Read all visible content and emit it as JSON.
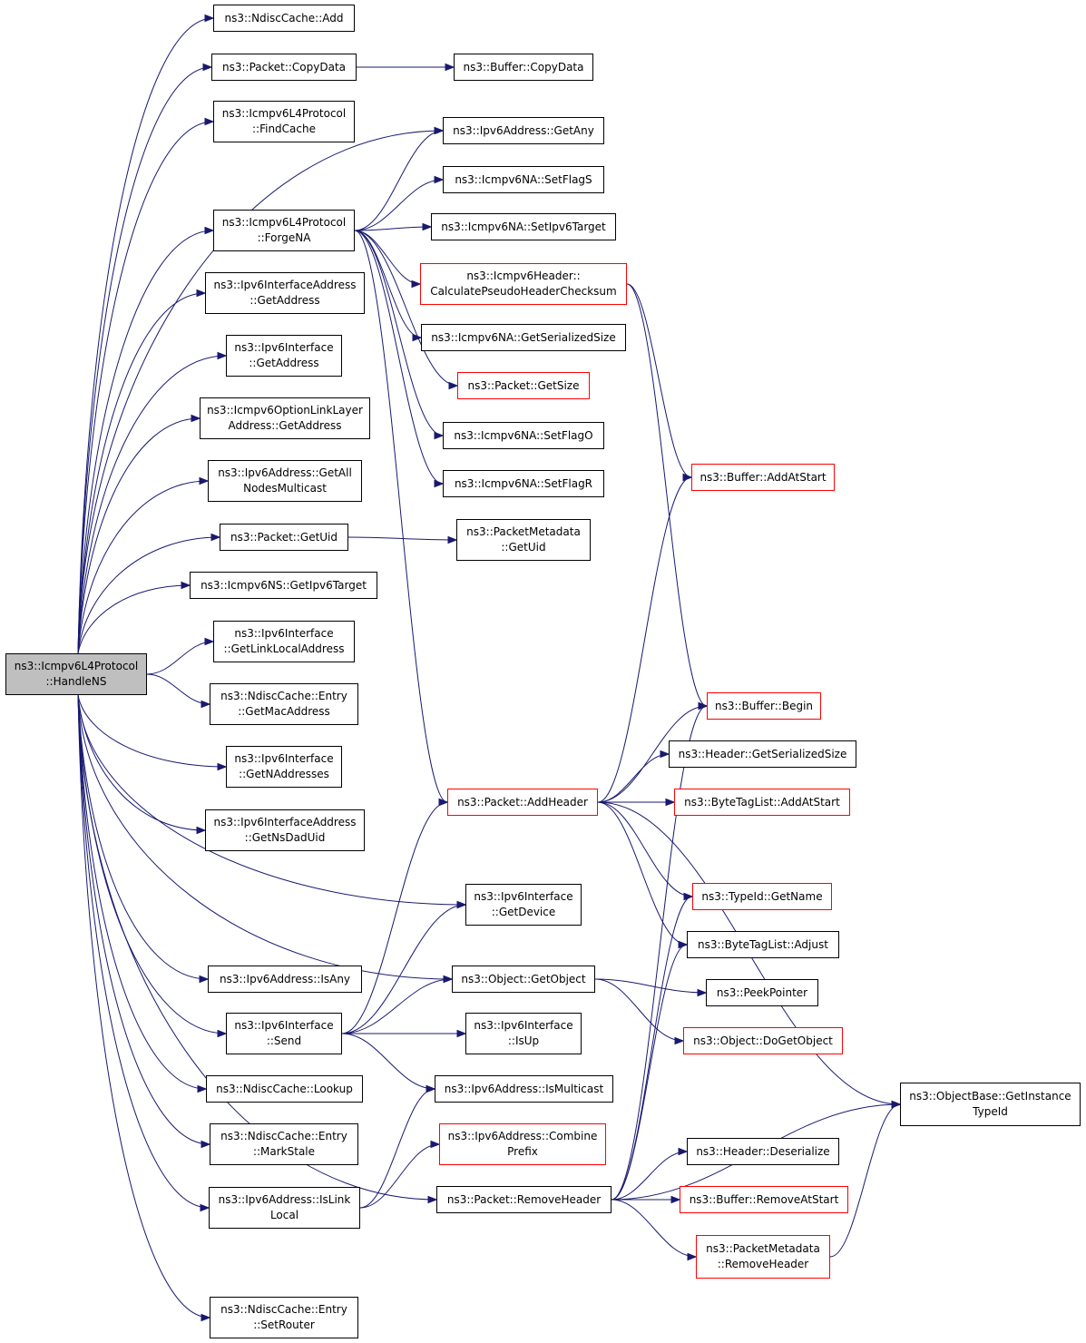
{
  "nodes": [
    {
      "id": "root",
      "lines": [
        "ns3::Icmpv6L4Protocol",
        "::HandleNS"
      ],
      "style": "root"
    },
    {
      "id": "ndisc-add",
      "lines": [
        "ns3::NdiscCache::Add"
      ],
      "style": "black"
    },
    {
      "id": "packet-copydata",
      "lines": [
        "ns3::Packet::CopyData"
      ],
      "style": "black"
    },
    {
      "id": "buffer-copydata",
      "lines": [
        "ns3::Buffer::CopyData"
      ],
      "style": "black"
    },
    {
      "id": "findcache",
      "lines": [
        "ns3::Icmpv6L4Protocol",
        "::FindCache"
      ],
      "style": "black"
    },
    {
      "id": "ipv6addr-getany",
      "lines": [
        "ns3::Ipv6Address::GetAny"
      ],
      "style": "black"
    },
    {
      "id": "na-setflags",
      "lines": [
        "ns3::Icmpv6NA::SetFlagS"
      ],
      "style": "black"
    },
    {
      "id": "forgena",
      "lines": [
        "ns3::Icmpv6L4Protocol",
        "::ForgeNA"
      ],
      "style": "black"
    },
    {
      "id": "na-setipv6target",
      "lines": [
        "ns3::Icmpv6NA::SetIpv6Target"
      ],
      "style": "black"
    },
    {
      "id": "calcpseudo",
      "lines": [
        "ns3::Icmpv6Header::",
        "CalculatePseudoHeaderChecksum"
      ],
      "style": "red"
    },
    {
      "id": "ifaddr-getaddress",
      "lines": [
        "ns3::Ipv6InterfaceAddress",
        "::GetAddress"
      ],
      "style": "black"
    },
    {
      "id": "na-getserialized",
      "lines": [
        "ns3::Icmpv6NA::GetSerializedSize"
      ],
      "style": "black"
    },
    {
      "id": "iface-getaddress",
      "lines": [
        "ns3::Ipv6Interface",
        "::GetAddress"
      ],
      "style": "black"
    },
    {
      "id": "packet-getsize",
      "lines": [
        "ns3::Packet::GetSize"
      ],
      "style": "red"
    },
    {
      "id": "optlink-getaddress",
      "lines": [
        "ns3::Icmpv6OptionLinkLayer",
        "Address::GetAddress"
      ],
      "style": "black"
    },
    {
      "id": "na-setflago",
      "lines": [
        "ns3::Icmpv6NA::SetFlagO"
      ],
      "style": "black"
    },
    {
      "id": "buffer-addatstart",
      "lines": [
        "ns3::Buffer::AddAtStart"
      ],
      "style": "red"
    },
    {
      "id": "getallnodes",
      "lines": [
        "ns3::Ipv6Address::GetAll",
        "NodesMulticast"
      ],
      "style": "black"
    },
    {
      "id": "na-setflagr",
      "lines": [
        "ns3::Icmpv6NA::SetFlagR"
      ],
      "style": "black"
    },
    {
      "id": "packet-getuid",
      "lines": [
        "ns3::Packet::GetUid"
      ],
      "style": "black"
    },
    {
      "id": "metadata-getuid",
      "lines": [
        "ns3::PacketMetadata",
        "::GetUid"
      ],
      "style": "black"
    },
    {
      "id": "ns-getipv6target",
      "lines": [
        "ns3::Icmpv6NS::GetIpv6Target"
      ],
      "style": "black"
    },
    {
      "id": "iface-getlinklocal",
      "lines": [
        "ns3::Ipv6Interface",
        "::GetLinkLocalAddress"
      ],
      "style": "black"
    },
    {
      "id": "entry-getmac",
      "lines": [
        "ns3::NdiscCache::Entry",
        "::GetMacAddress"
      ],
      "style": "black"
    },
    {
      "id": "buffer-begin",
      "lines": [
        "ns3::Buffer::Begin"
      ],
      "style": "red"
    },
    {
      "id": "header-getserialized",
      "lines": [
        "ns3::Header::GetSerializedSize"
      ],
      "style": "black"
    },
    {
      "id": "iface-getnaddresses",
      "lines": [
        "ns3::Ipv6Interface",
        "::GetNAddresses"
      ],
      "style": "black"
    },
    {
      "id": "packet-addheader",
      "lines": [
        "ns3::Packet::AddHeader"
      ],
      "style": "red"
    },
    {
      "id": "bytetag-addatstart",
      "lines": [
        "ns3::ByteTagList::AddAtStart"
      ],
      "style": "red"
    },
    {
      "id": "ifaddr-getnsdaduid",
      "lines": [
        "ns3::Ipv6InterfaceAddress",
        "::GetNsDadUid"
      ],
      "style": "black"
    },
    {
      "id": "iface-getdevice",
      "lines": [
        "ns3::Ipv6Interface",
        "::GetDevice"
      ],
      "style": "black"
    },
    {
      "id": "typeid-getname",
      "lines": [
        "ns3::TypeId::GetName"
      ],
      "style": "red"
    },
    {
      "id": "bytetag-adjust",
      "lines": [
        "ns3::ByteTagList::Adjust"
      ],
      "style": "black"
    },
    {
      "id": "ipv6addr-isany",
      "lines": [
        "ns3::Ipv6Address::IsAny"
      ],
      "style": "black"
    },
    {
      "id": "object-getobject",
      "lines": [
        "ns3::Object::GetObject"
      ],
      "style": "black"
    },
    {
      "id": "peekpointer",
      "lines": [
        "ns3::PeekPointer"
      ],
      "style": "black"
    },
    {
      "id": "iface-send",
      "lines": [
        "ns3::Ipv6Interface",
        "::Send"
      ],
      "style": "black"
    },
    {
      "id": "iface-isup",
      "lines": [
        "ns3::Ipv6Interface",
        "::IsUp"
      ],
      "style": "black"
    },
    {
      "id": "object-dogetobject",
      "lines": [
        "ns3::Object::DoGetObject"
      ],
      "style": "red"
    },
    {
      "id": "ndisc-lookup",
      "lines": [
        "ns3::NdiscCache::Lookup"
      ],
      "style": "black"
    },
    {
      "id": "ipv6addr-ismulticast",
      "lines": [
        "ns3::Ipv6Address::IsMulticast"
      ],
      "style": "black"
    },
    {
      "id": "objectbase-getinstance",
      "lines": [
        "ns3::ObjectBase::GetInstance",
        "TypeId"
      ],
      "style": "black"
    },
    {
      "id": "entry-markstale",
      "lines": [
        "ns3::NdiscCache::Entry",
        "::MarkStale"
      ],
      "style": "black"
    },
    {
      "id": "ipv6addr-combineprefix",
      "lines": [
        "ns3::Ipv6Address::Combine",
        "Prefix"
      ],
      "style": "red"
    },
    {
      "id": "header-deserialize",
      "lines": [
        "ns3::Header::Deserialize"
      ],
      "style": "black"
    },
    {
      "id": "ipv6addr-islinklocal",
      "lines": [
        "ns3::Ipv6Address::IsLink",
        "Local"
      ],
      "style": "black"
    },
    {
      "id": "packet-removeheader",
      "lines": [
        "ns3::Packet::RemoveHeader"
      ],
      "style": "black"
    },
    {
      "id": "buffer-removeatstart",
      "lines": [
        "ns3::Buffer::RemoveAtStart"
      ],
      "style": "red"
    },
    {
      "id": "metadata-removeheader",
      "lines": [
        "ns3::PacketMetadata",
        "::RemoveHeader"
      ],
      "style": "red"
    },
    {
      "id": "entry-setrouter",
      "lines": [
        "ns3::NdiscCache::Entry",
        "::SetRouter"
      ],
      "style": "black"
    }
  ],
  "edges": [
    [
      "root",
      "ndisc-add"
    ],
    [
      "root",
      "packet-copydata"
    ],
    [
      "root",
      "findcache"
    ],
    [
      "root",
      "ipv6addr-getany"
    ],
    [
      "root",
      "forgena"
    ],
    [
      "root",
      "ifaddr-getaddress"
    ],
    [
      "root",
      "iface-getaddress"
    ],
    [
      "root",
      "optlink-getaddress"
    ],
    [
      "root",
      "getallnodes"
    ],
    [
      "root",
      "packet-getuid"
    ],
    [
      "root",
      "ns-getipv6target"
    ],
    [
      "root",
      "iface-getlinklocal"
    ],
    [
      "root",
      "entry-getmac"
    ],
    [
      "root",
      "iface-getnaddresses"
    ],
    [
      "root",
      "ifaddr-getnsdaduid"
    ],
    [
      "root",
      "iface-getdevice"
    ],
    [
      "root",
      "object-getobject"
    ],
    [
      "root",
      "ipv6addr-isany"
    ],
    [
      "root",
      "iface-send"
    ],
    [
      "root",
      "ndisc-lookup"
    ],
    [
      "root",
      "entry-markstale"
    ],
    [
      "root",
      "ipv6addr-islinklocal"
    ],
    [
      "root",
      "packet-removeheader"
    ],
    [
      "root",
      "entry-setrouter"
    ],
    [
      "packet-copydata",
      "buffer-copydata"
    ],
    [
      "forgena",
      "ipv6addr-getany"
    ],
    [
      "forgena",
      "na-setflags"
    ],
    [
      "forgena",
      "na-setipv6target"
    ],
    [
      "forgena",
      "calcpseudo"
    ],
    [
      "forgena",
      "na-getserialized"
    ],
    [
      "forgena",
      "packet-getsize"
    ],
    [
      "forgena",
      "na-setflago"
    ],
    [
      "forgena",
      "na-setflagr"
    ],
    [
      "forgena",
      "packet-addheader"
    ],
    [
      "calcpseudo",
      "buffer-addatstart"
    ],
    [
      "calcpseudo",
      "buffer-begin"
    ],
    [
      "packet-getuid",
      "metadata-getuid"
    ],
    [
      "packet-addheader",
      "buffer-addatstart"
    ],
    [
      "packet-addheader",
      "buffer-begin"
    ],
    [
      "packet-addheader",
      "header-getserialized"
    ],
    [
      "packet-addheader",
      "bytetag-addatstart"
    ],
    [
      "packet-addheader",
      "typeid-getname"
    ],
    [
      "packet-addheader",
      "bytetag-adjust"
    ],
    [
      "packet-addheader",
      "objectbase-getinstance"
    ],
    [
      "object-getobject",
      "peekpointer"
    ],
    [
      "object-getobject",
      "object-dogetobject"
    ],
    [
      "iface-send",
      "packet-addheader"
    ],
    [
      "iface-send",
      "iface-getdevice"
    ],
    [
      "iface-send",
      "object-getobject"
    ],
    [
      "iface-send",
      "iface-isup"
    ],
    [
      "iface-send",
      "ipv6addr-ismulticast"
    ],
    [
      "ipv6addr-islinklocal",
      "ipv6addr-ismulticast"
    ],
    [
      "ipv6addr-islinklocal",
      "ipv6addr-combineprefix"
    ],
    [
      "packet-removeheader",
      "buffer-begin"
    ],
    [
      "packet-removeheader",
      "typeid-getname"
    ],
    [
      "packet-removeheader",
      "bytetag-adjust"
    ],
    [
      "packet-removeheader",
      "objectbase-getinstance"
    ],
    [
      "packet-removeheader",
      "header-deserialize"
    ],
    [
      "packet-removeheader",
      "buffer-removeatstart"
    ],
    [
      "packet-removeheader",
      "metadata-removeheader"
    ],
    [
      "metadata-removeheader",
      "objectbase-getinstance"
    ]
  ],
  "colors": {
    "edge": "#191970",
    "node_border": "#000000",
    "node_border_partial": "#ff0000",
    "root_fill": "#bfbfbf",
    "background": "#ffffff"
  }
}
